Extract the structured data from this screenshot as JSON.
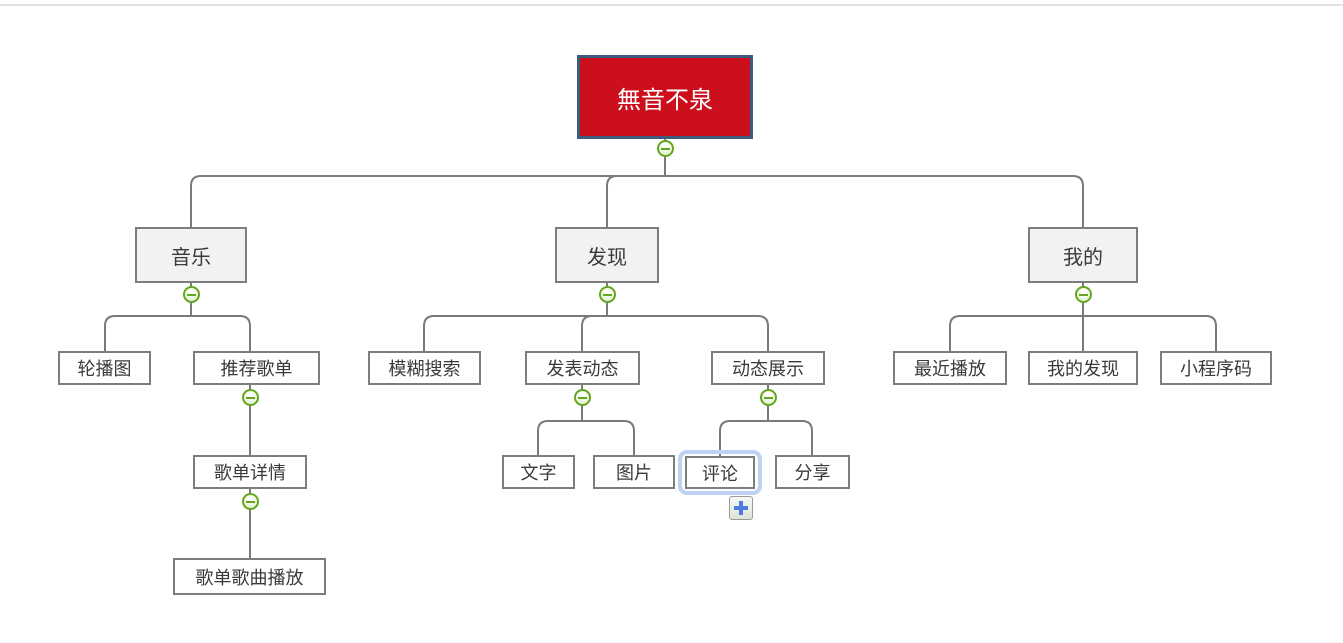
{
  "colors": {
    "root_bg": "#cc0f1d",
    "root_border": "#3d5c7d",
    "root_text": "#ffffff",
    "node_border": "#7d7d7d",
    "branch_bg": "#f2f2f2",
    "leaf_bg": "#ffffff",
    "connector": "#7a7a7a",
    "collapse_green": "#64a620",
    "selection_blue": "#bed3f4",
    "plus_blue": "#4d7ce2",
    "divider": "#e1e1e1",
    "text_dark": "#3a3a3a"
  },
  "icons": {
    "collapse": "minus-circle-icon",
    "add_child": "plus-icon"
  },
  "selection": {
    "selected_label": "评论"
  },
  "tree": {
    "label": "無音不泉",
    "children": [
      {
        "label": "音乐",
        "children": [
          {
            "label": "轮播图",
            "children": []
          },
          {
            "label": "推荐歌单",
            "children": [
              {
                "label": "歌单详情",
                "children": [
                  {
                    "label": "歌单歌曲播放",
                    "children": []
                  }
                ]
              }
            ]
          }
        ]
      },
      {
        "label": "发现",
        "children": [
          {
            "label": "模糊搜索",
            "children": []
          },
          {
            "label": "发表动态",
            "children": [
              {
                "label": "文字",
                "children": []
              },
              {
                "label": "图片",
                "children": []
              }
            ]
          },
          {
            "label": "动态展示",
            "children": [
              {
                "label": "评论",
                "selected": true,
                "children": []
              },
              {
                "label": "分享",
                "children": []
              }
            ]
          }
        ]
      },
      {
        "label": "我的",
        "children": [
          {
            "label": "最近播放",
            "children": []
          },
          {
            "label": "我的发现",
            "children": []
          },
          {
            "label": "小程序码",
            "children": []
          }
        ]
      }
    ]
  }
}
